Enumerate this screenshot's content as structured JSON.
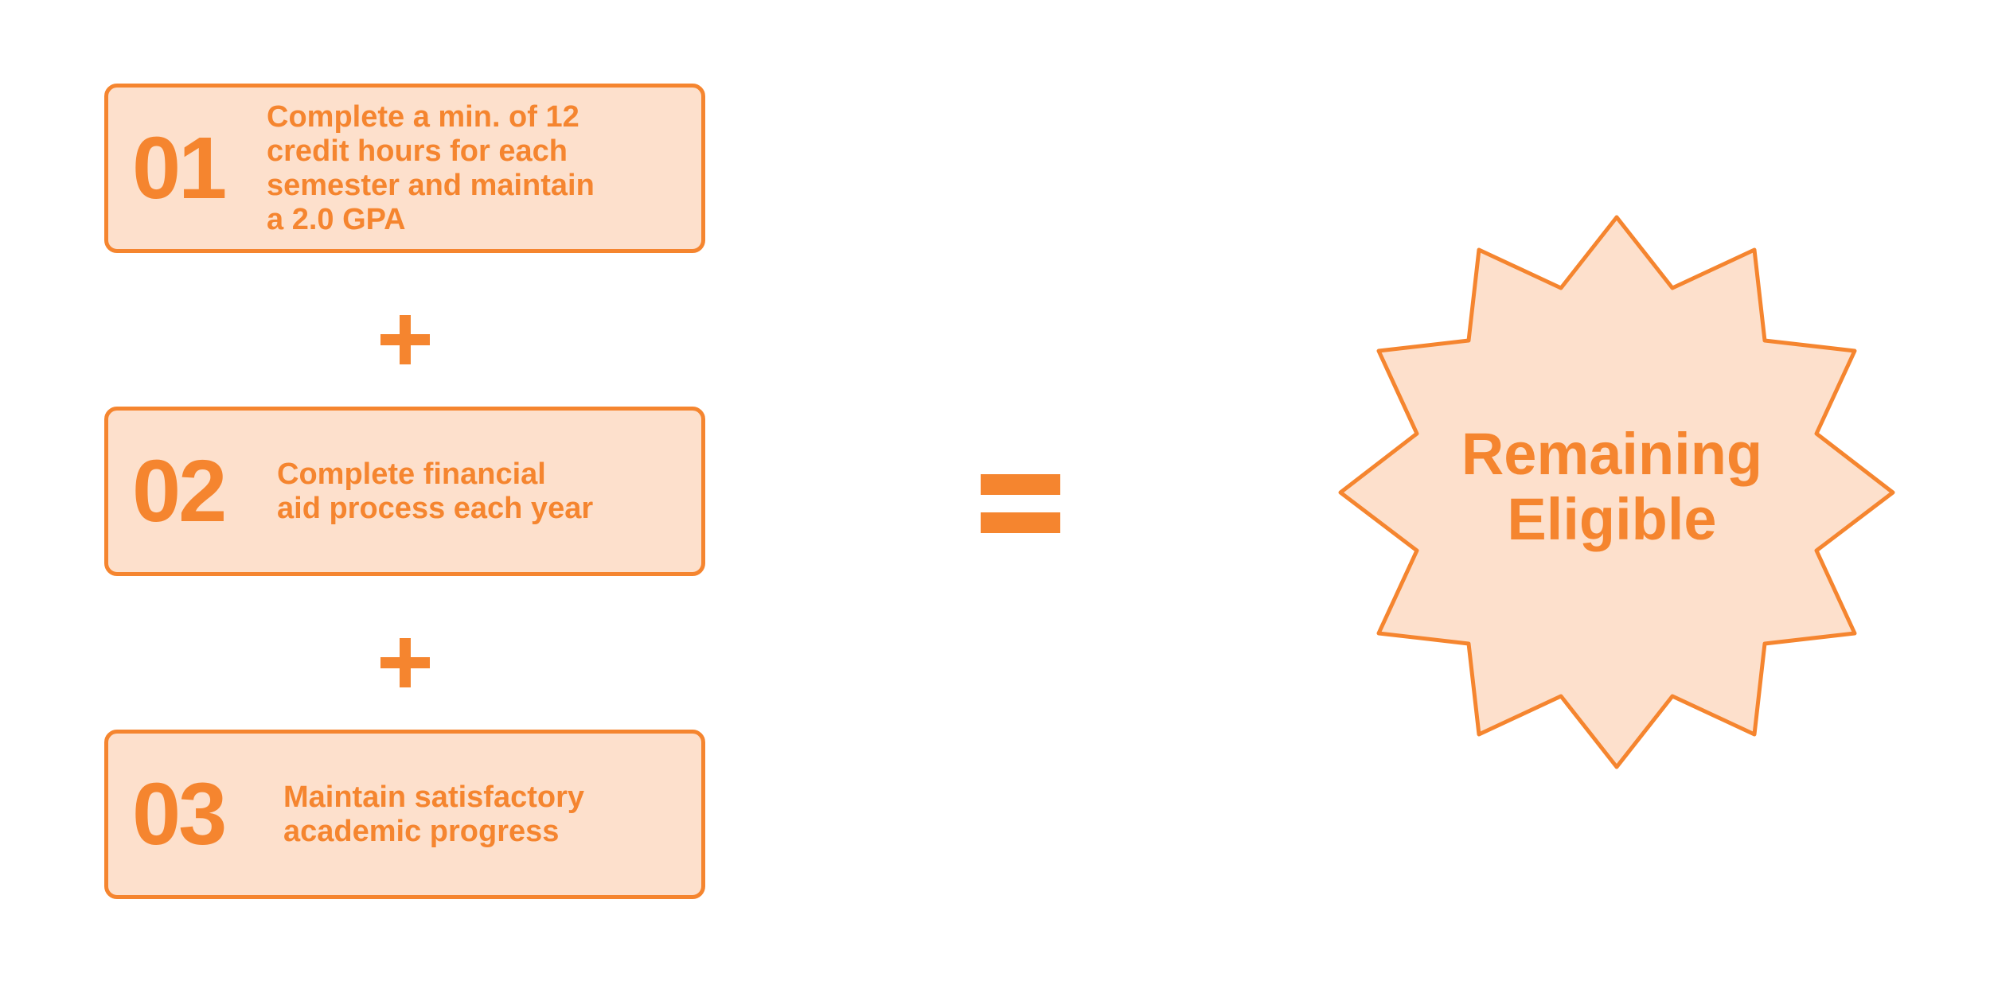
{
  "steps": [
    {
      "number": "01",
      "lines": [
        "Complete a min. of 12",
        "credit hours for each",
        "semester and maintain",
        "a 2.0 GPA"
      ]
    },
    {
      "number": "02",
      "lines": [
        "Complete financial",
        "aid process each year"
      ]
    },
    {
      "number": "03",
      "lines": [
        "Maintain satisfactory",
        "academic progress"
      ]
    }
  ],
  "result": {
    "lines": [
      "Remaining",
      "Eligible"
    ]
  },
  "colors": {
    "accent": "#f5852f",
    "fill": "#fde0cc",
    "background": "#ffffff"
  }
}
